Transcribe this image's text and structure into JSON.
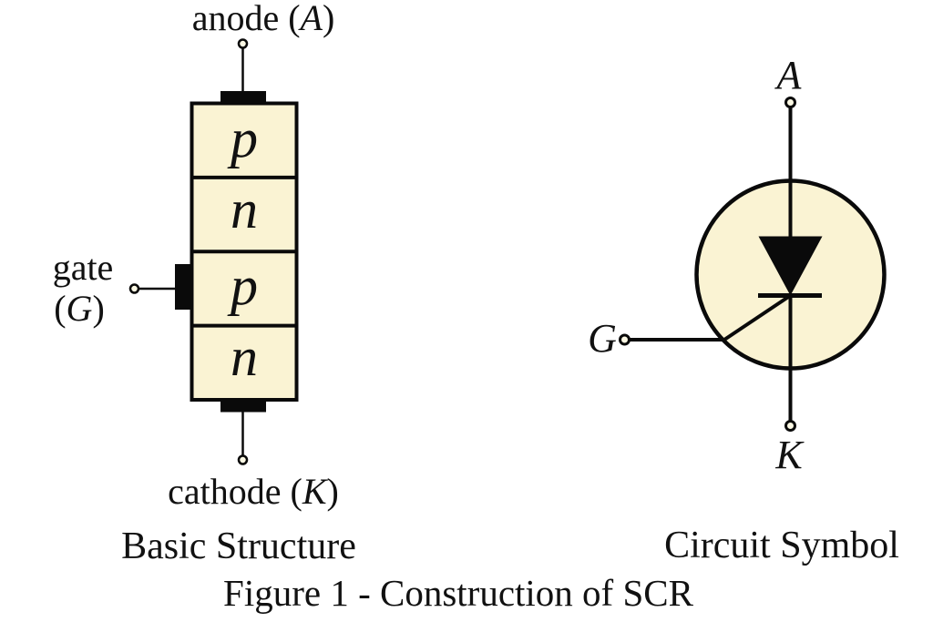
{
  "figure": {
    "caption": "Figure 1 - Construction of SCR"
  },
  "basic_structure": {
    "caption": "Basic Structure",
    "anode_label": {
      "prefix": "anode (",
      "symbol": "A",
      "suffix": ")"
    },
    "cathode_label": {
      "prefix": "cathode (",
      "symbol": "K",
      "suffix": ")"
    },
    "gate_label": {
      "word": "gate",
      "prefix": "(",
      "symbol": "G",
      "suffix": ")"
    },
    "layers": [
      {
        "label": "p"
      },
      {
        "label": "n"
      },
      {
        "label": "p"
      },
      {
        "label": "n"
      }
    ]
  },
  "circuit_symbol": {
    "caption": "Circuit Symbol",
    "anode": "A",
    "cathode": "K",
    "gate": "G"
  },
  "colors": {
    "background": "#ffffff",
    "semiconductor_fill": "#faf3d3",
    "terminal_fill": "#fcf9e4",
    "line": "#0a0a0a",
    "text": "#111111"
  }
}
